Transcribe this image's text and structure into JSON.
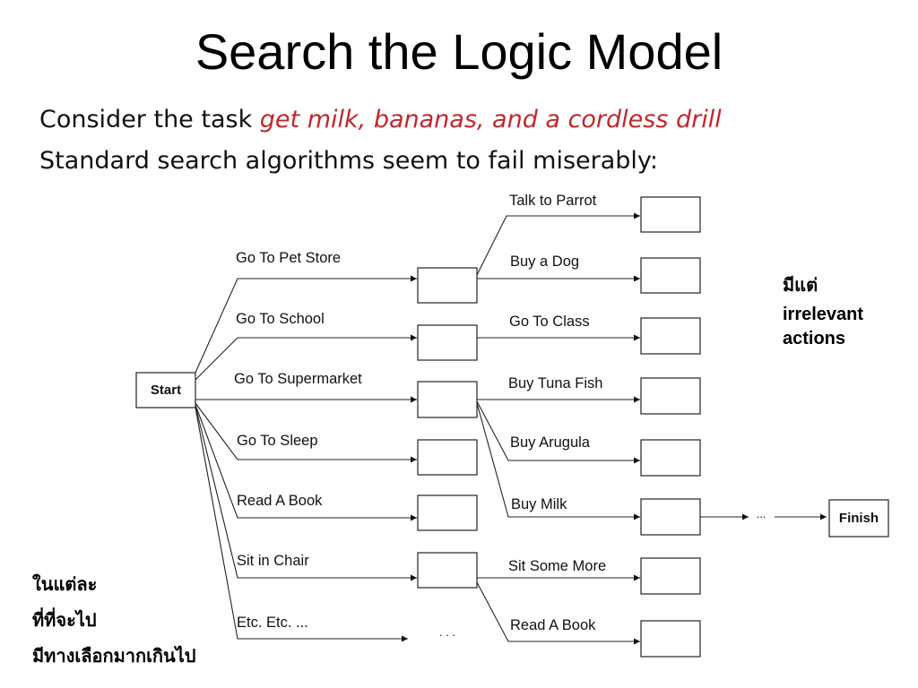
{
  "title": "Search the Logic Model",
  "intro": {
    "line1_prefix": "Consider the task ",
    "line1_task": "get milk, bananas, and a cordless drill",
    "line2": "Standard search algorithms seem to fail miserably:"
  },
  "colors": {
    "task": "#c0282c",
    "text": "#111111"
  },
  "diagram": {
    "start_label": "Start",
    "finish_label": "Finish",
    "level1_actions": [
      "Go To Pet Store",
      "Go To School",
      "Go To Supermarket",
      "Go To Sleep",
      "Read A Book",
      "Sit in Chair",
      "Etc. Etc. ..."
    ],
    "level2_actions": [
      "Talk to Parrot",
      "Buy a Dog",
      "Go To Class",
      "Buy Tuna Fish",
      "Buy Arugula",
      "Buy Milk",
      "Sit Some More",
      "Read A Book"
    ],
    "ellipsis_finish": "...",
    "ellipsis_etc": ". . ."
  },
  "notes": {
    "right": [
      "มีแต่",
      "irrelevant",
      "actions"
    ],
    "left": [
      "ในแต่ละ",
      "ที่ที่จะไป",
      "มีทางเลือกมากเกินไป"
    ]
  }
}
